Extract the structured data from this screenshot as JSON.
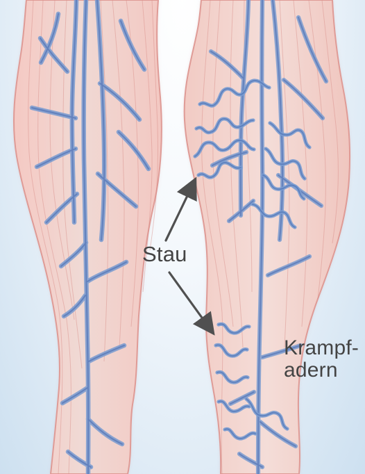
{
  "labels": {
    "stau": "Stau",
    "krampfadern_line1": "Krampf-",
    "krampfadern_line2": "adern"
  }
}
